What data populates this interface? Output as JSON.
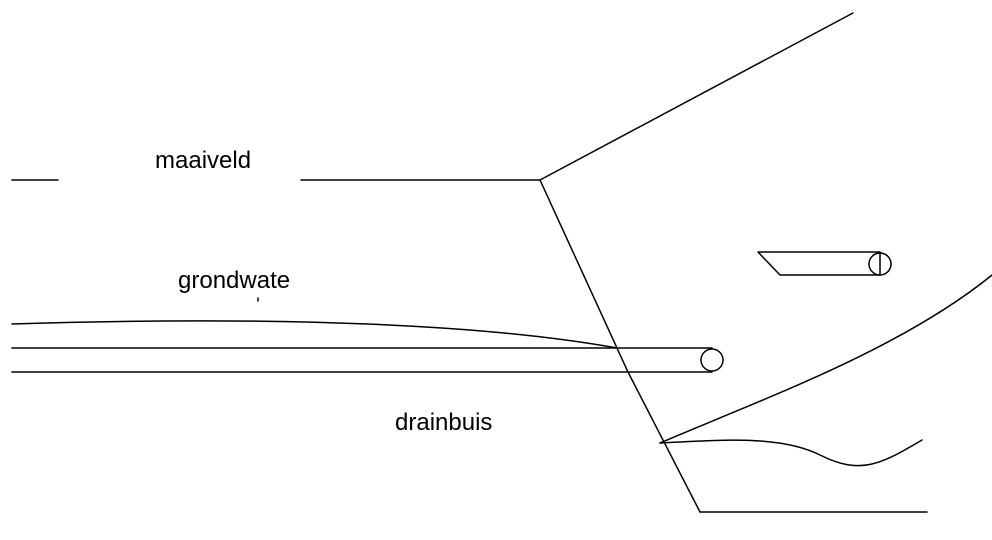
{
  "labels": {
    "maaiveld": "maaiveld",
    "grondwater": "grondwate",
    "drainbuis": "drainbuis"
  },
  "colors": {
    "line": "#000000",
    "background": "#ffffff"
  }
}
